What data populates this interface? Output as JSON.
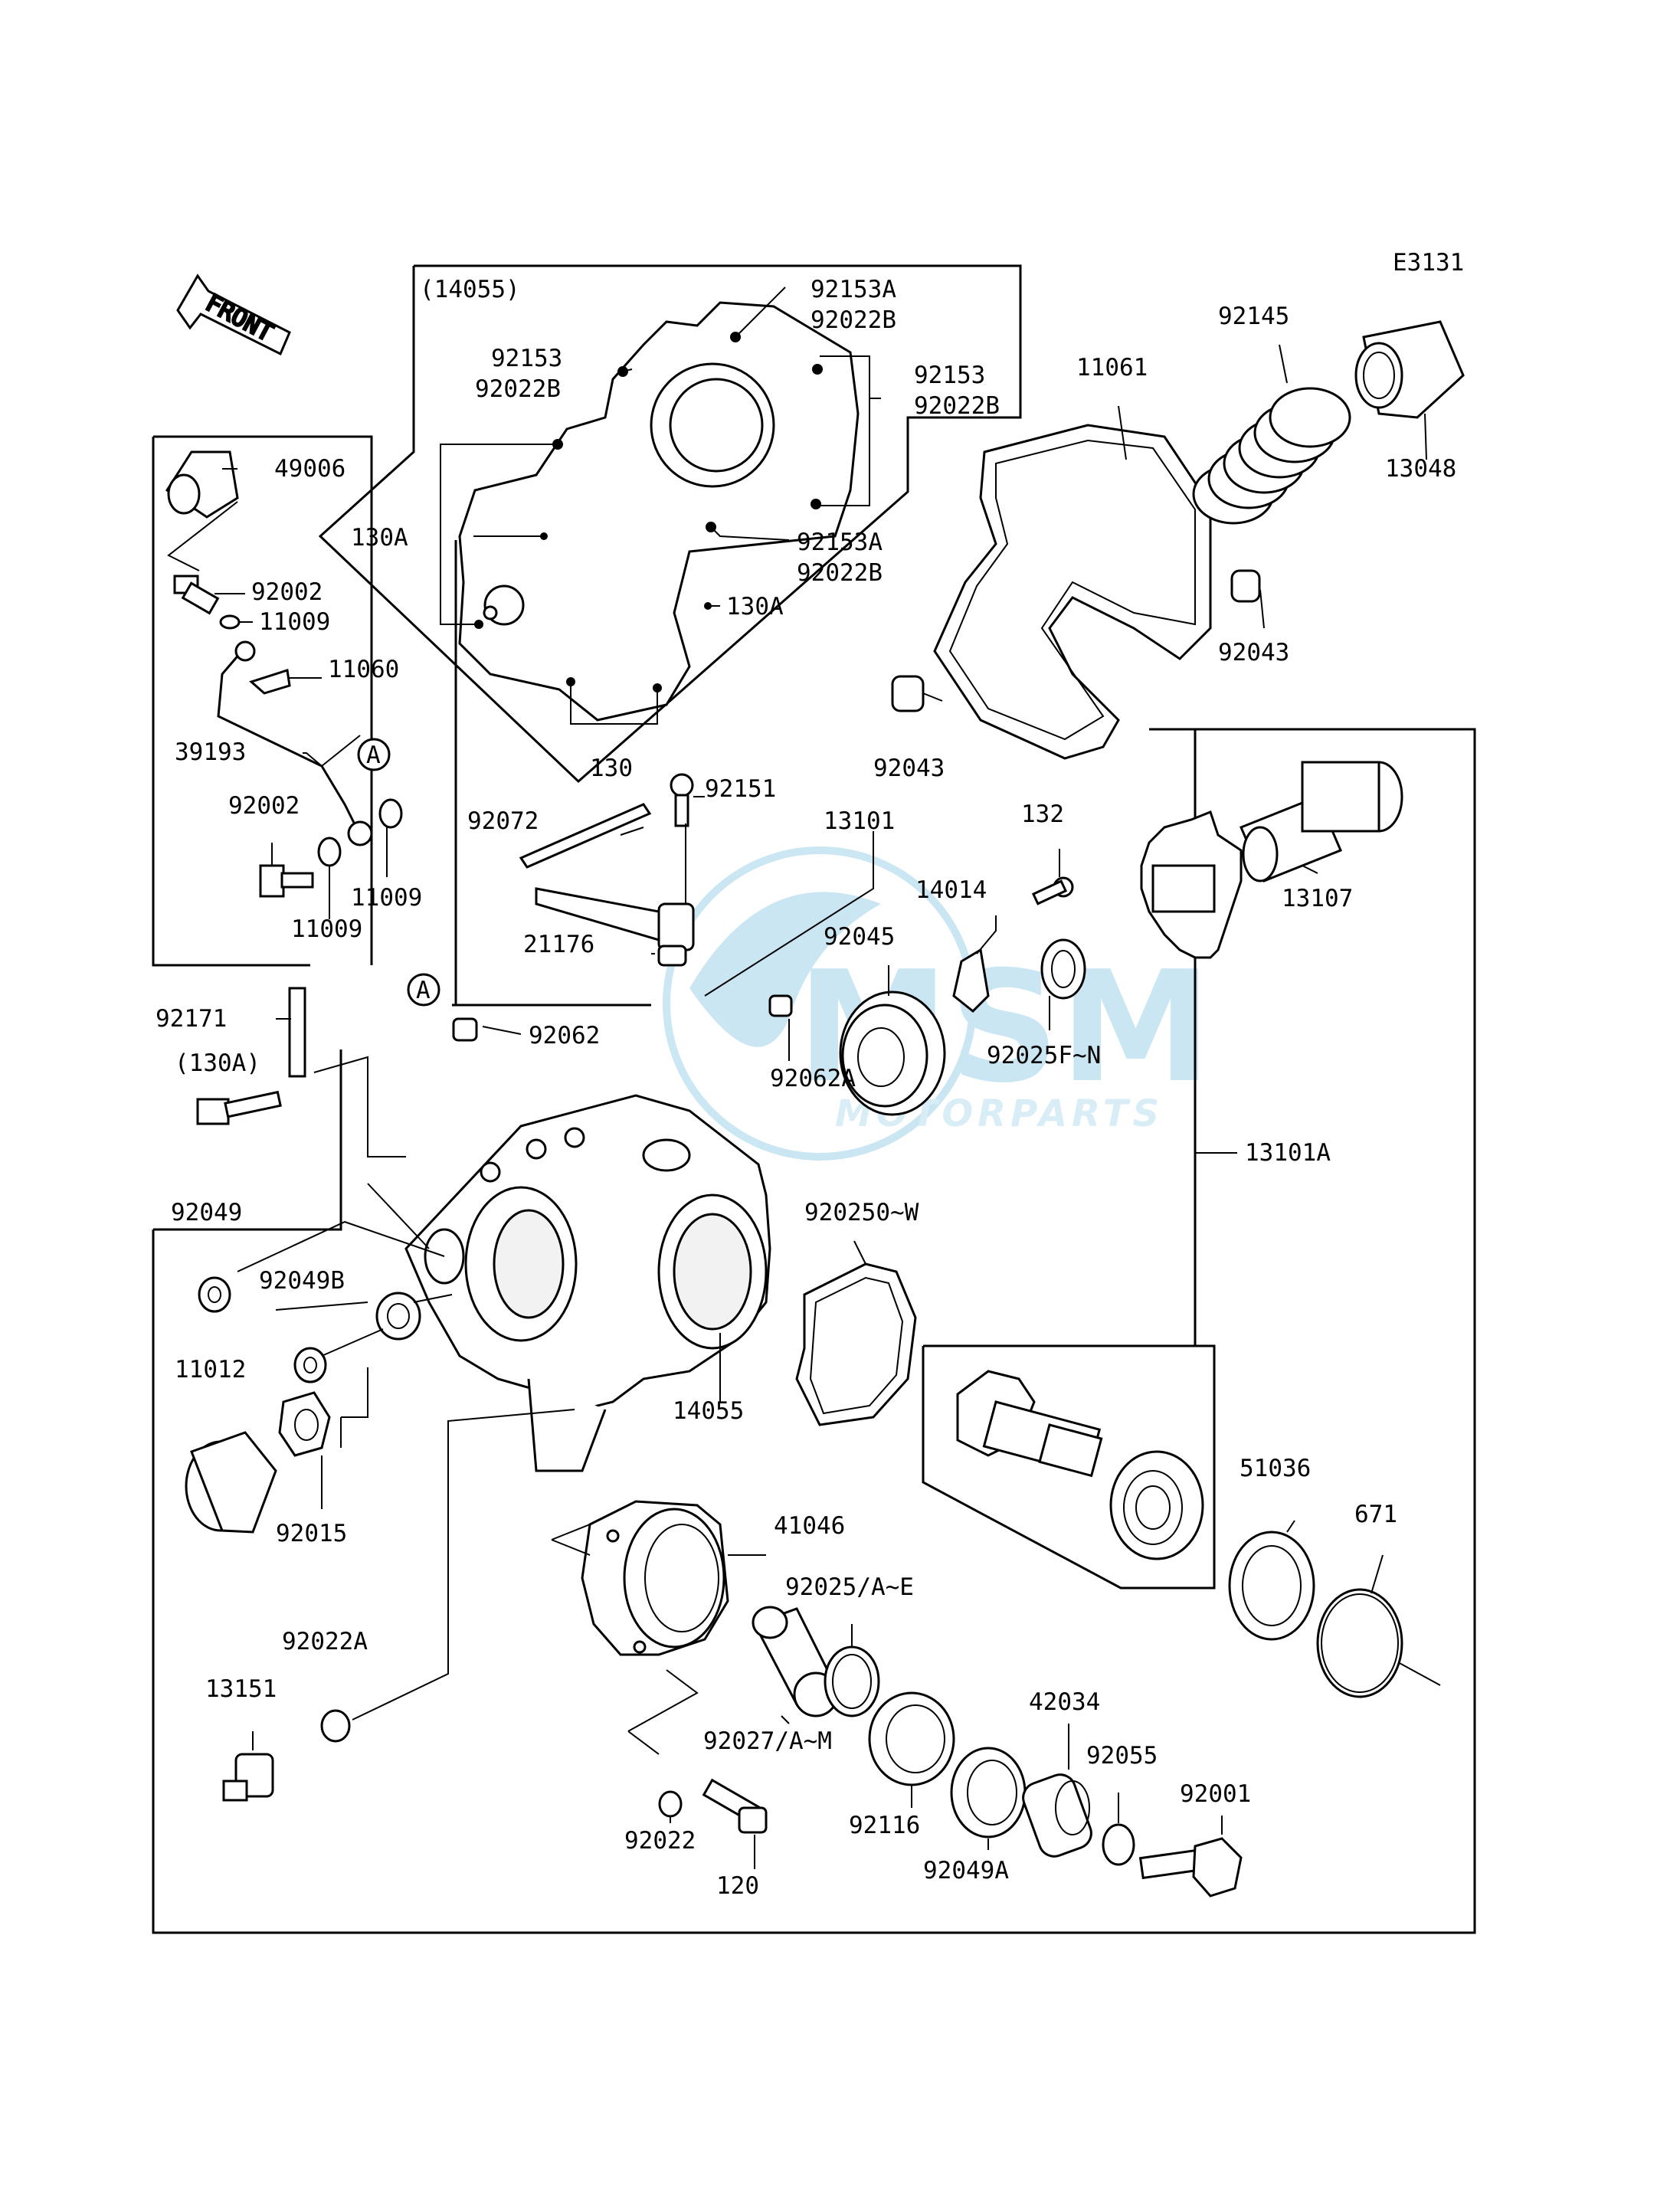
{
  "diagram_code": "E3131",
  "front_label": "FRONT",
  "watermark": {
    "brand": "MSM",
    "sub": "MOTORPARTS",
    "color": "#9fd3ea"
  },
  "labels": {
    "l14055p": "(14055)",
    "l92153A_1": "92153A",
    "l92022B_1": "92022B",
    "l92153_1": "92153",
    "l92022B_2": "92022B",
    "l92153_2": "92153",
    "l92022B_3": "92022B",
    "l11061": "11061",
    "l92145": "92145",
    "l13048": "13048",
    "l49006": "49006",
    "l92002_1": "92002",
    "l11009_1": "11009",
    "l11060": "11060",
    "l39193": "39193",
    "l92002_2": "92002",
    "l11009_2": "11009",
    "l11009_3": "11009",
    "l130A_1": "130A",
    "l92153A_2": "92153A",
    "l92022B_4": "92022B",
    "l130A_2": "130A",
    "l130": "130",
    "l92043_1": "92043",
    "l92043_2": "92043",
    "l92072": "92072",
    "l92151": "92151",
    "l13101": "13101",
    "l132": "132",
    "l13107": "13107",
    "l14014": "14014",
    "l21176": "21176",
    "l92045": "92045",
    "l92025FN": "92025F~N",
    "l92171": "92171",
    "l130Ap": "(130A)",
    "l92062": "92062",
    "l92062A": "92062A",
    "l13101A": "13101A",
    "l92049": "92049",
    "l92049B": "92049B",
    "l920250W": "920250~W",
    "l11012": "11012",
    "l14055": "14055",
    "l92015": "92015",
    "l51036": "51036",
    "l671": "671",
    "l41046": "41046",
    "l92025AE": "92025/A~E",
    "l92022A": "92022A",
    "l13151": "13151",
    "l92027AM": "92027/A~M",
    "l42034": "42034",
    "l92055": "92055",
    "l92001": "92001",
    "l92116": "92116",
    "l92022": "92022",
    "l120": "120",
    "l92049A": "92049A",
    "refA_1": "A",
    "refA_2": "A"
  }
}
